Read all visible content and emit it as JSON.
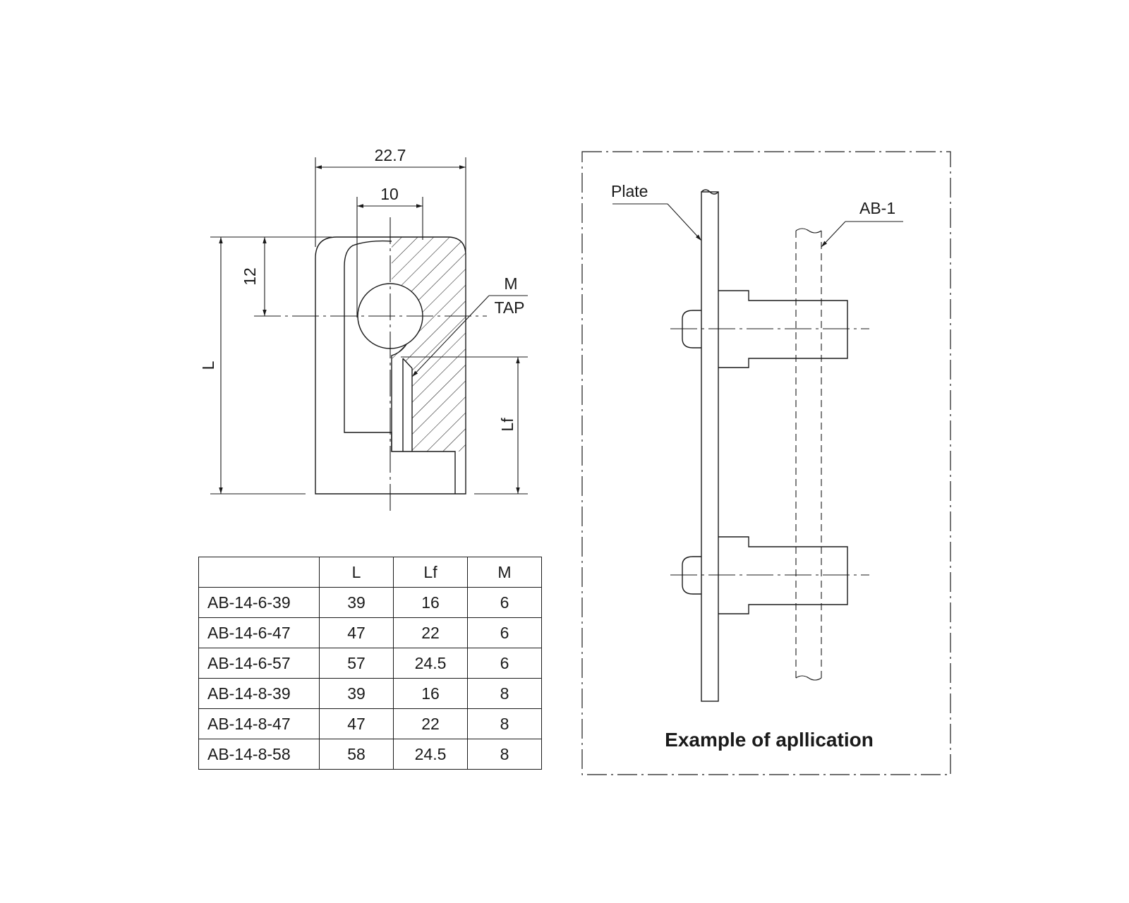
{
  "part_view": {
    "dim_overall_width": "22.7",
    "dim_slot_width": "10",
    "dim_tap_height": "12",
    "dim_length": "L",
    "dim_thread_length": "Lf",
    "tap_size": "M",
    "tap_label": "TAP"
  },
  "table": {
    "headers": [
      "",
      "L",
      "Lf",
      "M"
    ],
    "rows": [
      {
        "model": "AB-14-6-39",
        "L": "39",
        "Lf": "16",
        "M": "6"
      },
      {
        "model": "AB-14-6-47",
        "L": "47",
        "Lf": "22",
        "M": "6"
      },
      {
        "model": "AB-14-6-57",
        "L": "57",
        "Lf": "24.5",
        "M": "6"
      },
      {
        "model": "AB-14-8-39",
        "L": "39",
        "Lf": "16",
        "M": "8"
      },
      {
        "model": "AB-14-8-47",
        "L": "47",
        "Lf": "22",
        "M": "8"
      },
      {
        "model": "AB-14-8-58",
        "L": "58",
        "Lf": "24.5",
        "M": "8"
      }
    ]
  },
  "application": {
    "plate_label": "Plate",
    "rail_label": "AB-1",
    "caption": "Example of apllication"
  }
}
